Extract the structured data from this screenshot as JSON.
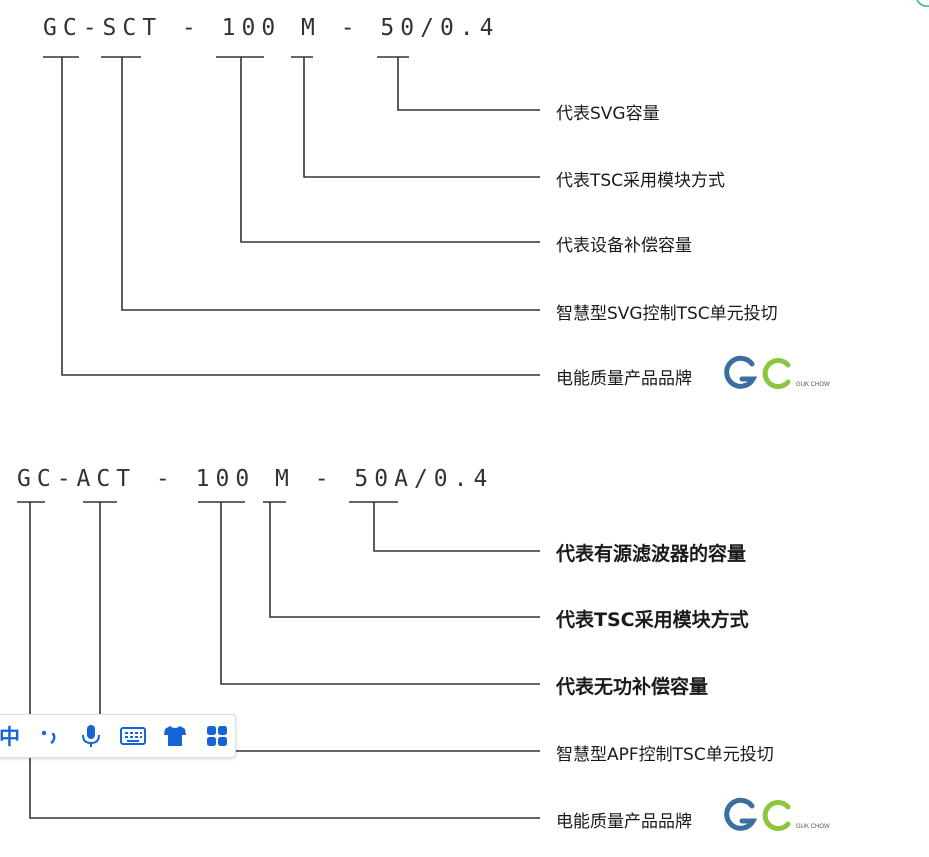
{
  "diagram1": {
    "code": "GC-SCT - 100 M - 50/0.4",
    "labels": {
      "svg_capacity": "代表SVG容量",
      "tsc_mode": "代表TSC采用模块方式",
      "compensation": "代表设备补偿容量",
      "unit": "智慧型SVG控制TSC单元投切",
      "brand": "电能质量产品品牌"
    }
  },
  "diagram2": {
    "code": "GC-ACT - 100 M - 50A/0.4",
    "labels": {
      "apf_capacity": "代表有源滤波器的容量",
      "tsc_mode": "代表TSC采用模块方式",
      "compensation": "代表无功补偿容量",
      "unit": "智慧型APF控制TSC单元投切",
      "brand": "电能质量产品品牌"
    }
  },
  "logo": {
    "text": "GUK CHOW",
    "colors": {
      "g": "#3a6fa0",
      "c": "#8cc63f"
    }
  },
  "ime_toolbar": {
    "lang": "中",
    "icons": [
      "punctuation-icon",
      "microphone-icon",
      "keyboard-icon",
      "skin-icon",
      "apps-icon"
    ],
    "accent": "#1565d8"
  },
  "colors": {
    "line": "#333333",
    "accent_green": "#2eb872"
  }
}
